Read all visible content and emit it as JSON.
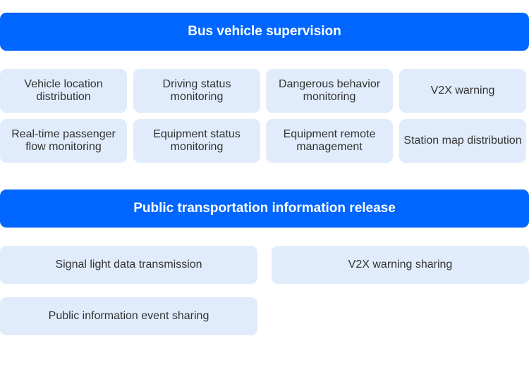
{
  "section1": {
    "title": "Bus vehicle supervision",
    "items": [
      "Vehicle location distribution",
      "Driving status monitoring",
      "Dangerous behavior monitoring",
      "V2X warning",
      "Real-time passenger flow monitoring",
      "Equipment status monitoring",
      "Equipment remote management",
      "Station map distribution"
    ]
  },
  "section2": {
    "title": "Public transportation information release",
    "items": [
      "Signal light data transmission",
      "V2X warning sharing",
      "Public information event sharing"
    ]
  },
  "colors": {
    "accent": "#0066FF",
    "card": "#E0ECFB",
    "text": "#333333"
  }
}
